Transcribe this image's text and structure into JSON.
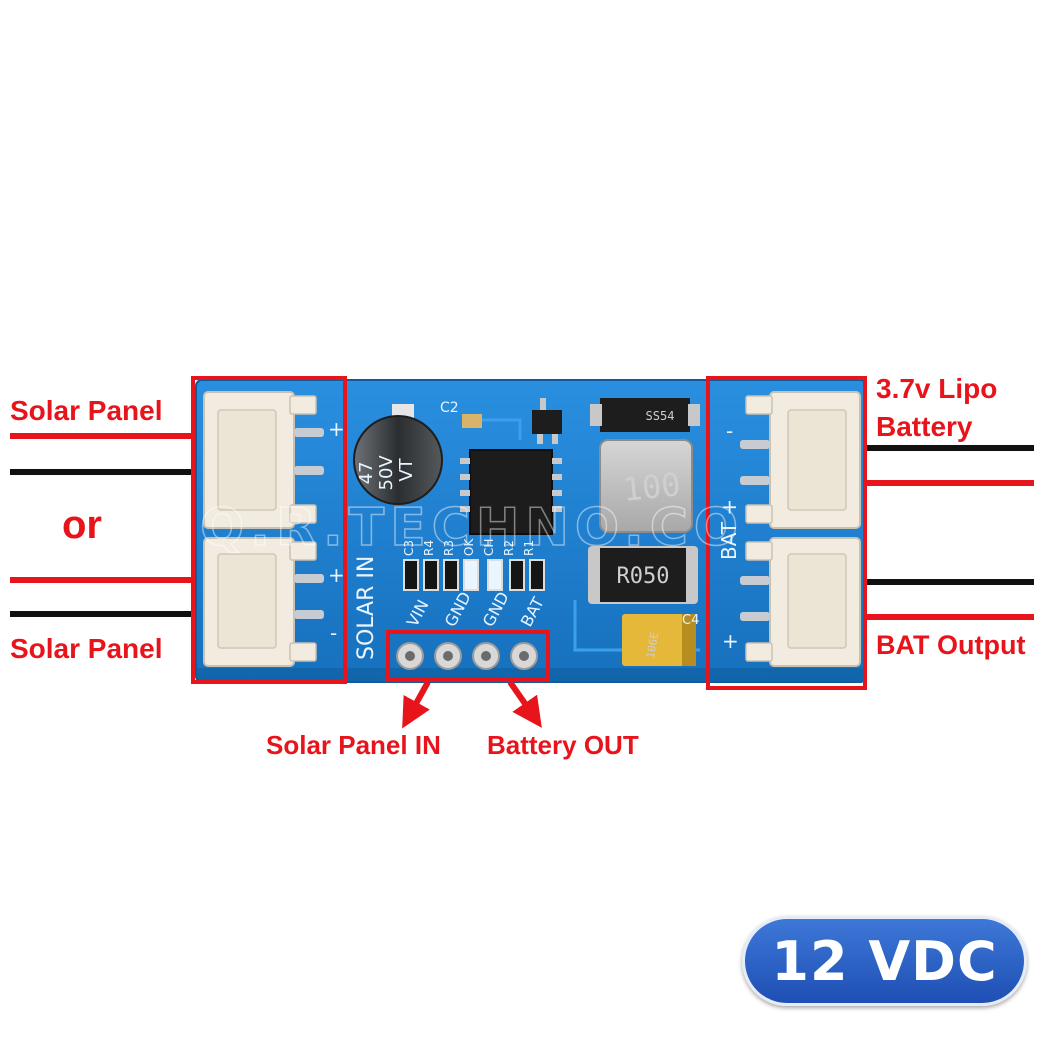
{
  "labels": {
    "solar_panel_top": "Solar Panel",
    "or": "or",
    "solar_panel_bottom": "Solar Panel",
    "lipo_line1": "3.7v Lipo",
    "lipo_line2": "Battery",
    "bat_output": "BAT Output",
    "solar_panel_in": "Solar Panel IN",
    "battery_out": "Battery OUT"
  },
  "badge": {
    "text": "12 VDC"
  },
  "board": {
    "solar_in": "SOLAR  IN",
    "bat_plus": "BAT +",
    "pins": [
      "VIN",
      "GND",
      "GND",
      "BAT"
    ],
    "plus_sign": "+",
    "minus_sign": "-",
    "capacitor": {
      "line1": "47",
      "line2": "50V",
      "line3": "VT"
    },
    "c2": "C2",
    "c3": "C3",
    "c4": "C4",
    "resistors": [
      "R4",
      "R3",
      "OK",
      "CH",
      "R2",
      "R1"
    ],
    "ss54": "SS54",
    "inductor": "100",
    "shunt": "R050",
    "tantalum": "106E",
    "watermark": "Q.R.TECHNO.CO"
  },
  "colors": {
    "pcb": "#1e7fd0",
    "callout": "#e8141b",
    "wire_black": "#111111",
    "wire_red": "#e8141b",
    "badge": "#2f63c6"
  }
}
